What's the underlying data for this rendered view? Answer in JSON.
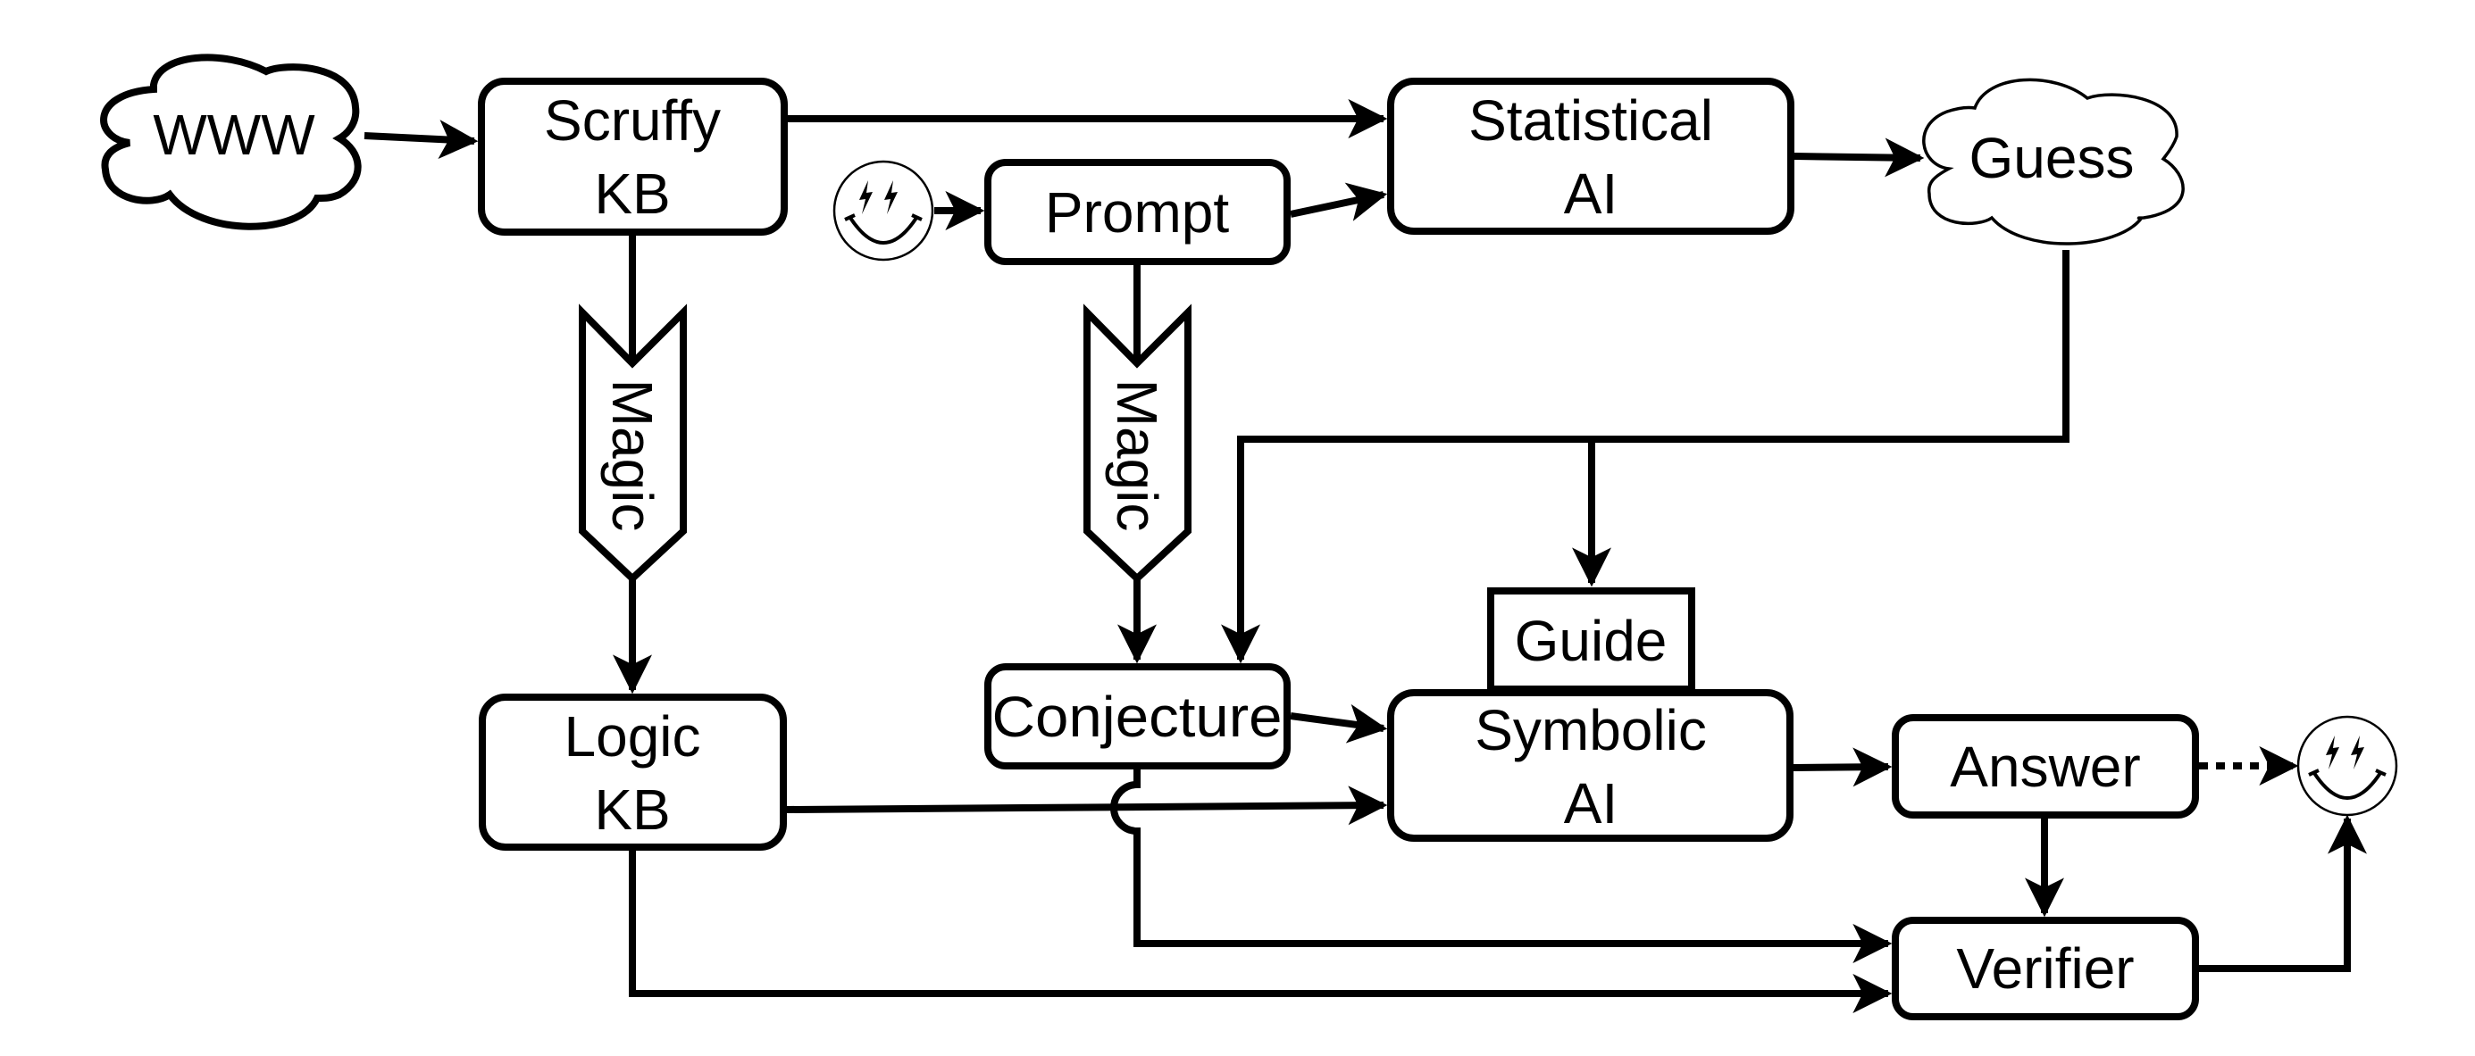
{
  "diagram": {
    "nodes": {
      "www": {
        "label": "WWW",
        "shape": "cloud"
      },
      "scruffy_kb": {
        "lines": [
          "Scruffy",
          "KB"
        ],
        "shape": "rounded-rect"
      },
      "user_input": {
        "icon": "smiley-lightning-icon",
        "shape": "circle"
      },
      "prompt": {
        "label": "Prompt",
        "shape": "rounded-rect"
      },
      "statistical_ai": {
        "lines": [
          "Statistical",
          "AI"
        ],
        "shape": "rounded-rect"
      },
      "guess": {
        "label": "Guess",
        "shape": "cloud"
      },
      "magic_left": {
        "label": "Magic",
        "shape": "chevron-down"
      },
      "magic_right": {
        "label": "Magic",
        "shape": "chevron-down"
      },
      "logic_kb": {
        "lines": [
          "Logic",
          "KB"
        ],
        "shape": "rounded-rect"
      },
      "conjecture": {
        "label": "Conjecture",
        "shape": "rounded-rect"
      },
      "guide": {
        "label": "Guide",
        "shape": "rect"
      },
      "symbolic_ai": {
        "lines": [
          "Symbolic",
          "AI"
        ],
        "shape": "rounded-rect"
      },
      "answer": {
        "label": "Answer",
        "shape": "rounded-rect"
      },
      "verifier": {
        "label": "Verifier",
        "shape": "rounded-rect"
      },
      "user_output": {
        "icon": "smiley-lightning-icon",
        "shape": "circle"
      }
    },
    "edges": [
      {
        "from": "www",
        "to": "scruffy_kb",
        "style": "solid"
      },
      {
        "from": "scruffy_kb",
        "to": "statistical_ai",
        "style": "solid"
      },
      {
        "from": "user_input",
        "to": "prompt",
        "style": "solid"
      },
      {
        "from": "prompt",
        "to": "statistical_ai",
        "style": "solid"
      },
      {
        "from": "statistical_ai",
        "to": "guess",
        "style": "solid"
      },
      {
        "from": "scruffy_kb",
        "to": "logic_kb",
        "via": "magic_left",
        "style": "solid"
      },
      {
        "from": "prompt",
        "to": "conjecture",
        "via": "magic_right",
        "style": "solid"
      },
      {
        "from": "guess",
        "to": "conjecture",
        "style": "solid"
      },
      {
        "from": "guess",
        "to": "guide",
        "style": "solid"
      },
      {
        "from": "conjecture",
        "to": "symbolic_ai",
        "style": "solid"
      },
      {
        "from": "logic_kb",
        "to": "symbolic_ai",
        "style": "solid"
      },
      {
        "from": "symbolic_ai",
        "to": "answer",
        "style": "solid"
      },
      {
        "from": "answer",
        "to": "user_output",
        "style": "dotted"
      },
      {
        "from": "answer",
        "to": "verifier",
        "style": "solid"
      },
      {
        "from": "conjecture",
        "to": "verifier",
        "style": "solid"
      },
      {
        "from": "logic_kb",
        "to": "verifier",
        "style": "solid"
      },
      {
        "from": "verifier",
        "to": "user_output",
        "style": "solid"
      }
    ]
  }
}
